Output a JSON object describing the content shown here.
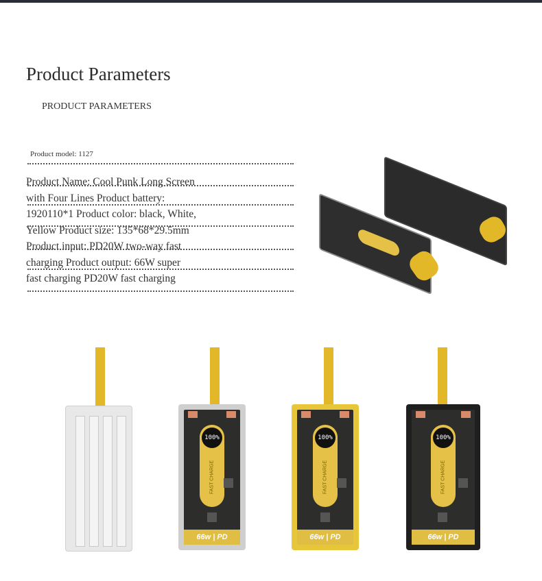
{
  "header": {
    "title": "Product Parameters",
    "subtitle": "PRODUCT PARAMETERS"
  },
  "specs": {
    "model": "Product model: 1127",
    "lines": [
      "Product Name: Cool Punk Long Screen",
      "with Four Lines Product battery:",
      "1920110*1 Product color: black, White,",
      "Yellow Product size: 135*68*29.5mm",
      "Product input: PD20W two-way fast",
      "charging Product output: 66W super",
      "fast charging PD20W fast charging"
    ]
  },
  "products": {
    "display": "100%",
    "fast_charge": "FAST CHARGE",
    "badge": "66w | PD",
    "variants": [
      {
        "color": "white",
        "frame": "#e6e6e6"
      },
      {
        "color": "transparent",
        "frame": "#cfcfcf"
      },
      {
        "color": "yellow",
        "frame": "#e8c63a"
      },
      {
        "color": "black",
        "frame": "#1f1f1f"
      }
    ]
  }
}
